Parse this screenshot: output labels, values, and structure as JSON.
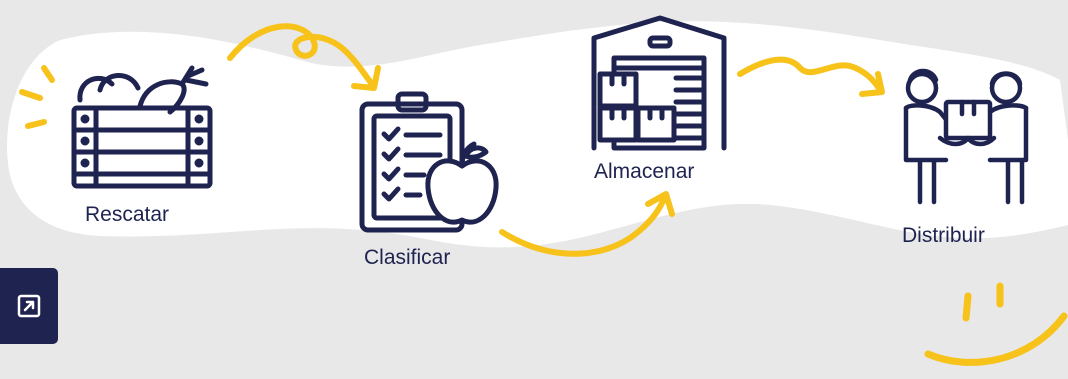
{
  "steps": [
    {
      "label": "Rescatar",
      "icon": "crate-of-vegetables-icon"
    },
    {
      "label": "Clasificar",
      "icon": "clipboard-apple-icon"
    },
    {
      "label": "Almacenar",
      "icon": "warehouse-icon"
    },
    {
      "label": "Distribuir",
      "icon": "handover-box-icon"
    }
  ],
  "colors": {
    "ink": "#1f2350",
    "accent": "#f7c21a",
    "blob": "#ffffff",
    "background": "#e8e8e8"
  },
  "expand_button": {
    "icon": "expand-icon"
  }
}
